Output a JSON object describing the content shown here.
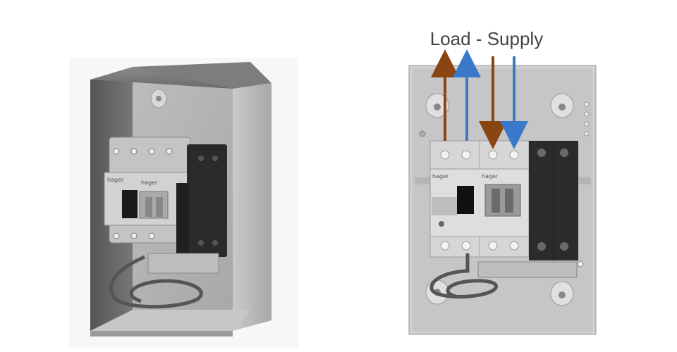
{
  "annotation": {
    "title": "Load - Supply"
  },
  "breaker_brand": "hager",
  "arrows": [
    {
      "direction": "up",
      "color": "#8B4513"
    },
    {
      "direction": "up",
      "color": "#3A78C9"
    },
    {
      "direction": "down",
      "color": "#8B4513"
    },
    {
      "direction": "down",
      "color": "#3A78C9"
    }
  ]
}
